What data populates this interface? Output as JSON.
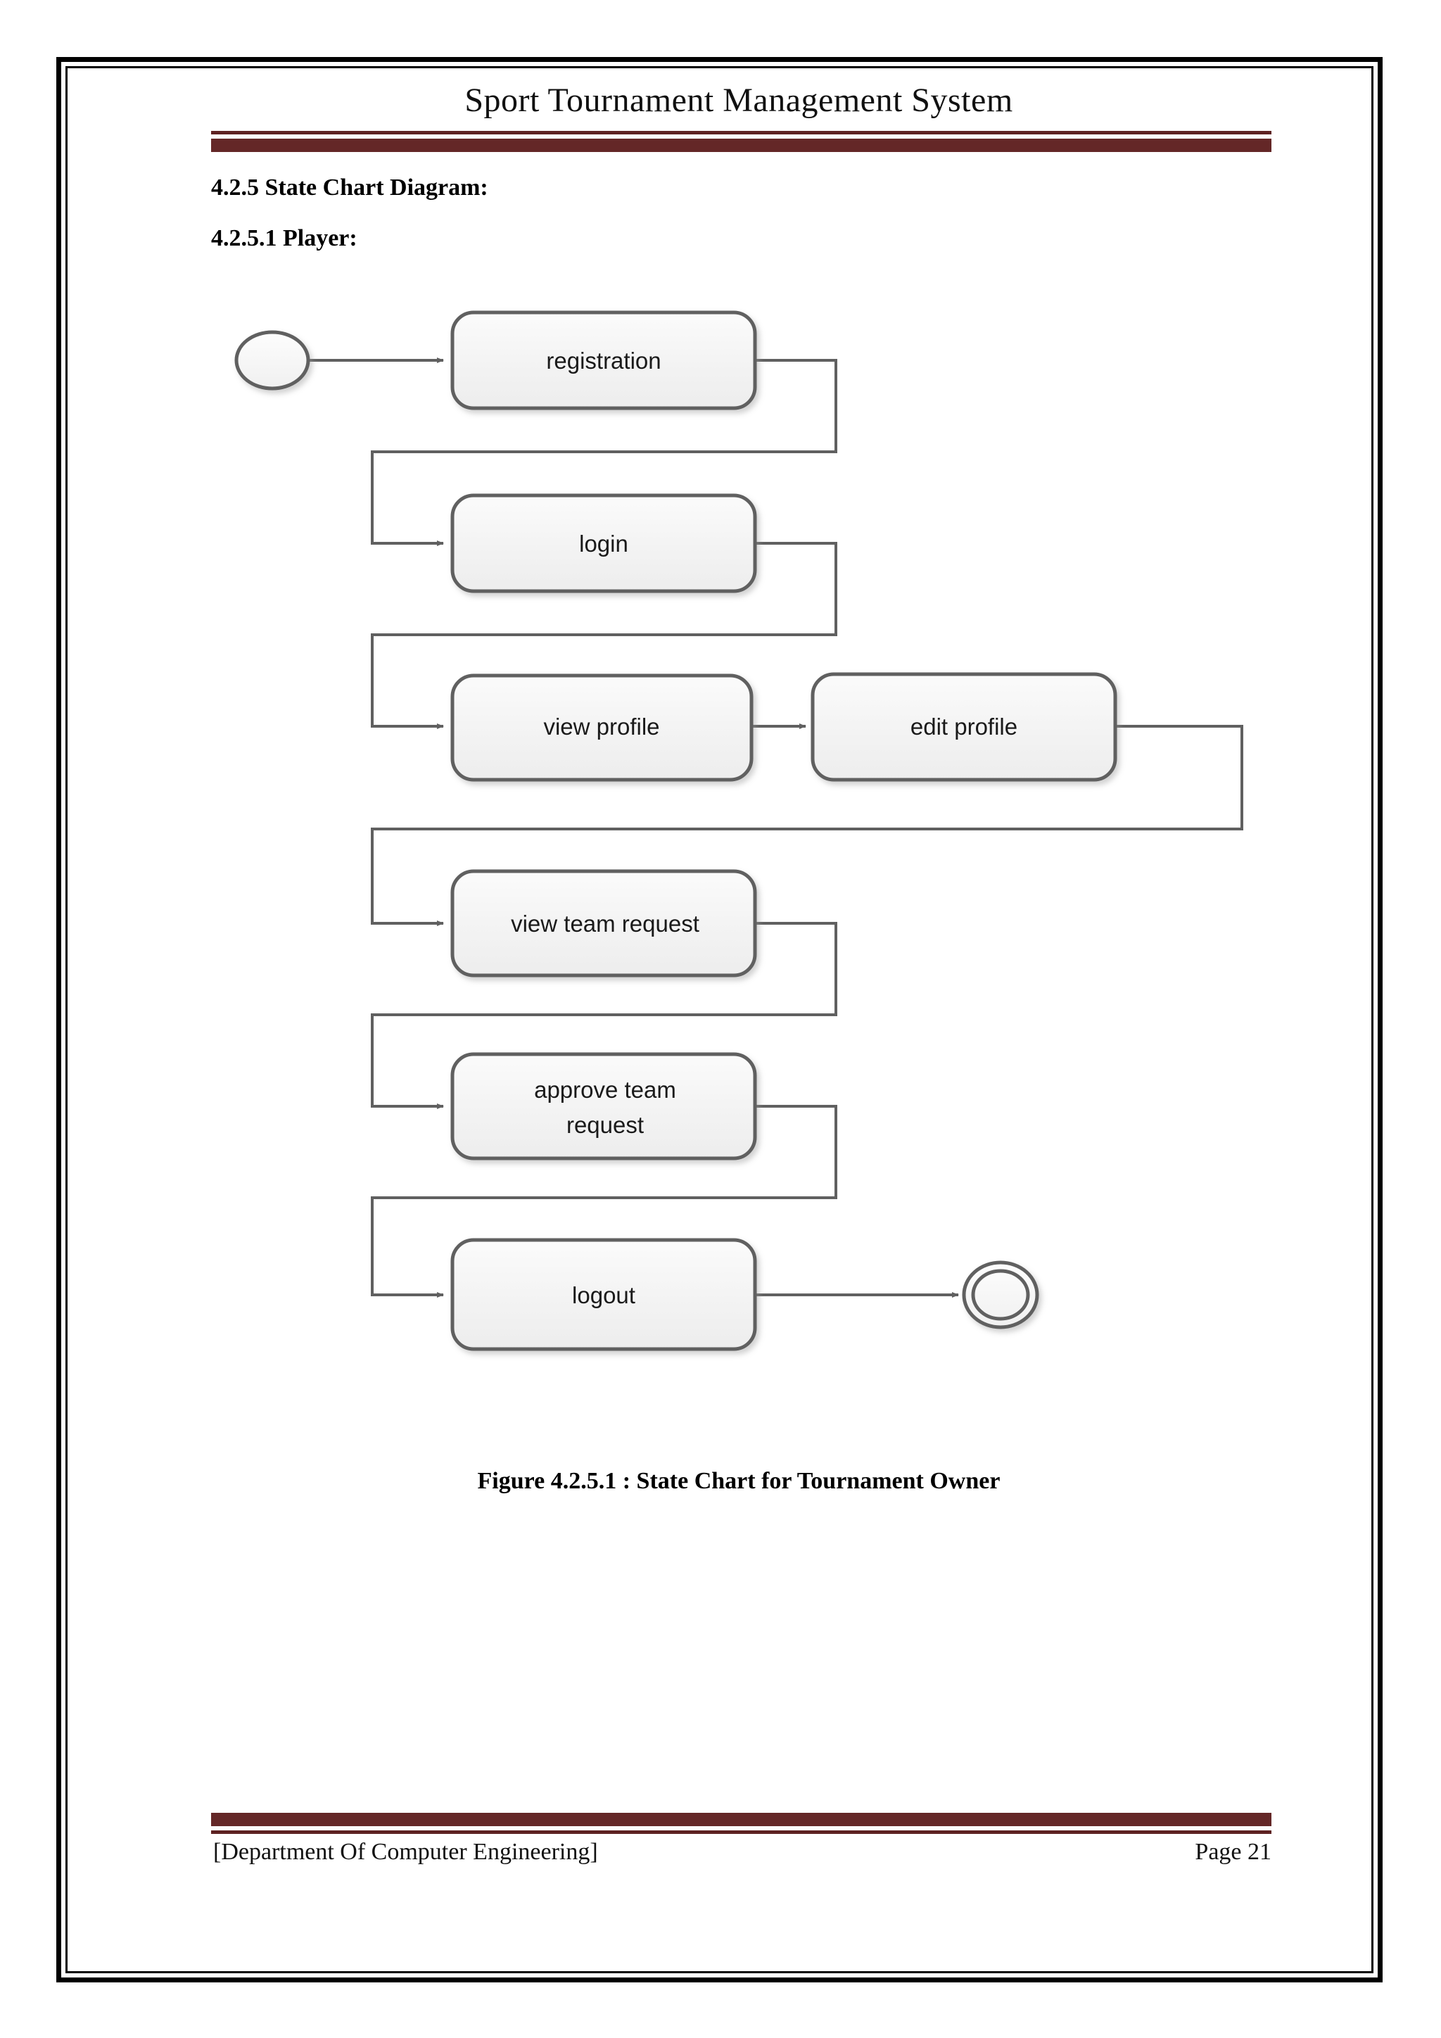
{
  "document": {
    "header_title": "Sport Tournament Management System",
    "headings": {
      "section": "4.2.5 State Chart Diagram:",
      "subsection": "4.2.5.1 Player:"
    },
    "figure_caption": "Figure 4.2.5.1 : State Chart for Tournament Owner",
    "footer": {
      "left": "[Department Of Computer Engineering]",
      "right": "Page 21"
    },
    "rule_color": "#642727",
    "border_color": "#000000"
  },
  "chart_data": {
    "type": "diagram",
    "diagram_kind": "uml-state-chart",
    "title": "Figure 4.2.5.1 : State Chart for Tournament Owner",
    "nodes": [
      {
        "id": "initial",
        "label": "",
        "shape": "initial-state-ellipse"
      },
      {
        "id": "registration",
        "label": "registration",
        "shape": "rounded-rect"
      },
      {
        "id": "login",
        "label": "login",
        "shape": "rounded-rect"
      },
      {
        "id": "view_profile",
        "label": "view profile",
        "shape": "rounded-rect"
      },
      {
        "id": "edit_profile",
        "label": "edit profile",
        "shape": "rounded-rect"
      },
      {
        "id": "view_team_request",
        "label": "view team request",
        "shape": "rounded-rect"
      },
      {
        "id": "approve_team_request",
        "label": "approve team\nrequest",
        "label_line1": "approve team",
        "label_line2": "request",
        "shape": "rounded-rect"
      },
      {
        "id": "logout",
        "label": "logout",
        "shape": "rounded-rect"
      },
      {
        "id": "final",
        "label": "",
        "shape": "final-state-double-ellipse"
      }
    ],
    "edges": [
      {
        "from": "initial",
        "to": "registration",
        "style": "straight-arrow"
      },
      {
        "from": "registration",
        "to": "login",
        "style": "orthogonal-arrow"
      },
      {
        "from": "login",
        "to": "view_profile",
        "style": "orthogonal-arrow"
      },
      {
        "from": "view_profile",
        "to": "edit_profile",
        "style": "straight-arrow"
      },
      {
        "from": "edit_profile",
        "to": "view_team_request",
        "style": "orthogonal-arrow"
      },
      {
        "from": "view_team_request",
        "to": "approve_team_request",
        "style": "orthogonal-arrow"
      },
      {
        "from": "approve_team_request",
        "to": "logout",
        "style": "orthogonal-arrow"
      },
      {
        "from": "logout",
        "to": "final",
        "style": "straight-arrow"
      }
    ],
    "node_fill": "#f4f4f4",
    "node_stroke": "#606060",
    "edge_stroke": "#606060"
  }
}
